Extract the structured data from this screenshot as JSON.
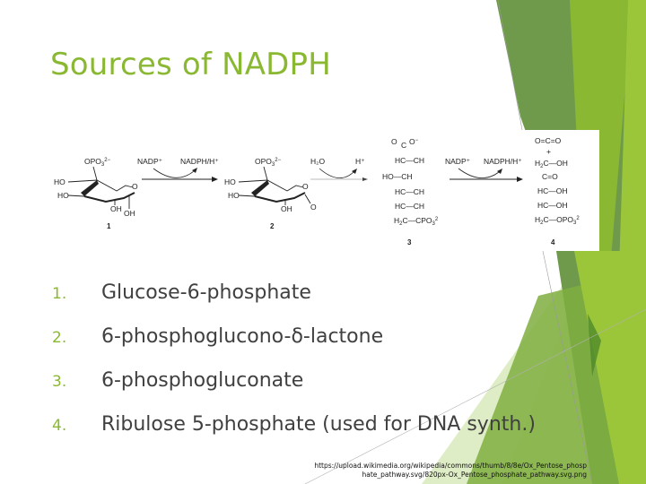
{
  "slide": {
    "title": "Sources of NADPH",
    "accent_color": "#8ab833",
    "text_color": "#404040"
  },
  "diagram": {
    "name": "Oxidative pentose phosphate pathway",
    "compounds": [
      {
        "number": "1",
        "substituents": [
          "OPO3 2-",
          "HO",
          "HO",
          "OH",
          "OH",
          "O"
        ]
      },
      {
        "number": "2",
        "substituents": [
          "OPO3 2-",
          "HO",
          "HO",
          "OH",
          "O"
        ]
      },
      {
        "number": "3",
        "lines": [
          "O C O⁻",
          "HC—CH",
          "HO—CH",
          "HC—CH",
          "HC—CH",
          "H₂C—CPO₃²"
        ]
      },
      {
        "number": "4",
        "lines": [
          "O=C=O",
          "+",
          "H₂C—OH",
          "C=O",
          "HC—OH",
          "HC—OH",
          "H₂C—OPO₃²"
        ]
      }
    ],
    "arrows": [
      {
        "in": "NADP⁺",
        "out": "NADPH/H⁺"
      },
      {
        "in": "H₂O",
        "out": "H⁺"
      },
      {
        "in": "NADP⁺",
        "out": "NADPH/H⁺"
      }
    ]
  },
  "list": {
    "items": [
      {
        "number": "1.",
        "label": "Glucose-6-phosphate"
      },
      {
        "number": "2.",
        "label": "6-phosphoglucono-δ-lactone"
      },
      {
        "number": "3.",
        "label": "6-phosphogluconate"
      },
      {
        "number": "4.",
        "label": "Ribulose 5-phosphate (used for DNA synth.)"
      }
    ]
  },
  "source": {
    "line1": "https://upload.wikimedia.org/wikipedia/commons/thumb/8/8e/Ox_Pentose_phosp",
    "line2": "hate_pathway.svg/820px-Ox_Pentose_phosphate_pathway.svg.png"
  }
}
